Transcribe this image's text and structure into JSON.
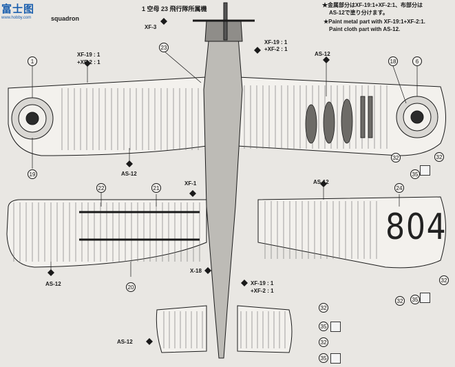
{
  "header": {
    "line1": "1 空母 23 飛行隊所属機",
    "line2": "squadron"
  },
  "logo": {
    "text": "富士图",
    "sub": "www.hobby.com"
  },
  "notes": {
    "line1": "★金属部分はXF-19:1+XF-2:1、布部分は",
    "line2": "AS-12で塗り分けます。",
    "line3": "★Paint metal part with XF-19:1+XF-2:1.",
    "line4": "Paint cloth part with AS-12."
  },
  "labels": {
    "xf3": "XF-3",
    "xf19_top_a": "XF-19 : 1",
    "xf2_top_a": "+XF-2 : 1",
    "xf19_left": "XF-19 : 1",
    "xf2_left": "+XF-2 : 1",
    "as12_right": "AS-12",
    "as12_left_wing": "AS-12",
    "as12_lower_right": "AS-12",
    "xf1": "XF-1",
    "as12_lower_left": "AS-12",
    "x18": "X-18",
    "xf19_bottom": "XF-19 : 1",
    "xf2_bottom": "+XF-2 : 1",
    "as12_tail": "AS-12"
  },
  "callouts": {
    "n1": "1",
    "n18": "18",
    "n6": "6",
    "n23": "23",
    "n19": "19",
    "n32a": "32",
    "n35a": "35",
    "n32b": "32",
    "n22": "22",
    "n21": "21",
    "n24": "24",
    "n20": "20",
    "n32c": "32",
    "n35b": "35",
    "n32d": "32",
    "n32e": "32",
    "n35c": "35",
    "n32f": "32",
    "n35d": "35"
  },
  "serial": "804",
  "colors": {
    "paper": "#e9e7e3",
    "line": "#1a1a1a",
    "logo": "#1b5fae",
    "fill": "#f2f0ec"
  }
}
